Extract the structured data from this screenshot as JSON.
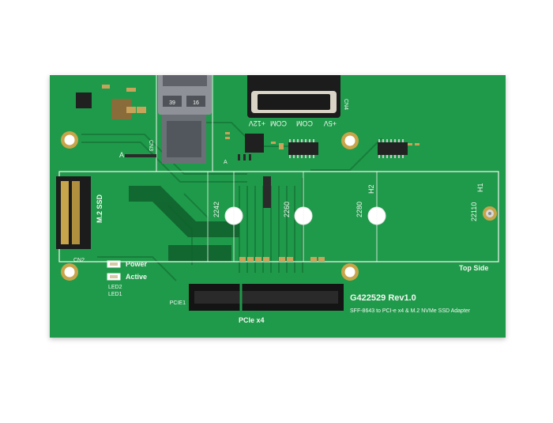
{
  "board": {
    "pcb_color": "#1f9a4a",
    "silkscreen_color": "#f4f7f2",
    "model_label": "G422529 Rev1.0",
    "description_label": "SFF-8643 to PCI-e x4 & M.2 NVMe SSD Adapter",
    "pcie_label": "PCIe x4",
    "pcie_designator": "PCIE1",
    "top_side_label": "Top Side",
    "m2_label": "M.2 SSD",
    "m2_designator": "CN2",
    "sff_designator": "CN3",
    "power_connector_designator": "CN4",
    "power_pins": [
      "+5V",
      "COM",
      "COM",
      "+12V"
    ],
    "led_labels": {
      "power": "Power",
      "active": "Active"
    },
    "led_designators": [
      "LED2",
      "LED1"
    ],
    "standoff_sizes": [
      "2242",
      "2260",
      "2280",
      "22110"
    ],
    "hole_labels": [
      "H2",
      "H1"
    ],
    "sff_pins": [
      "39",
      "16"
    ],
    "misc_labels": {
      "a": "A",
      "b": "A"
    }
  }
}
